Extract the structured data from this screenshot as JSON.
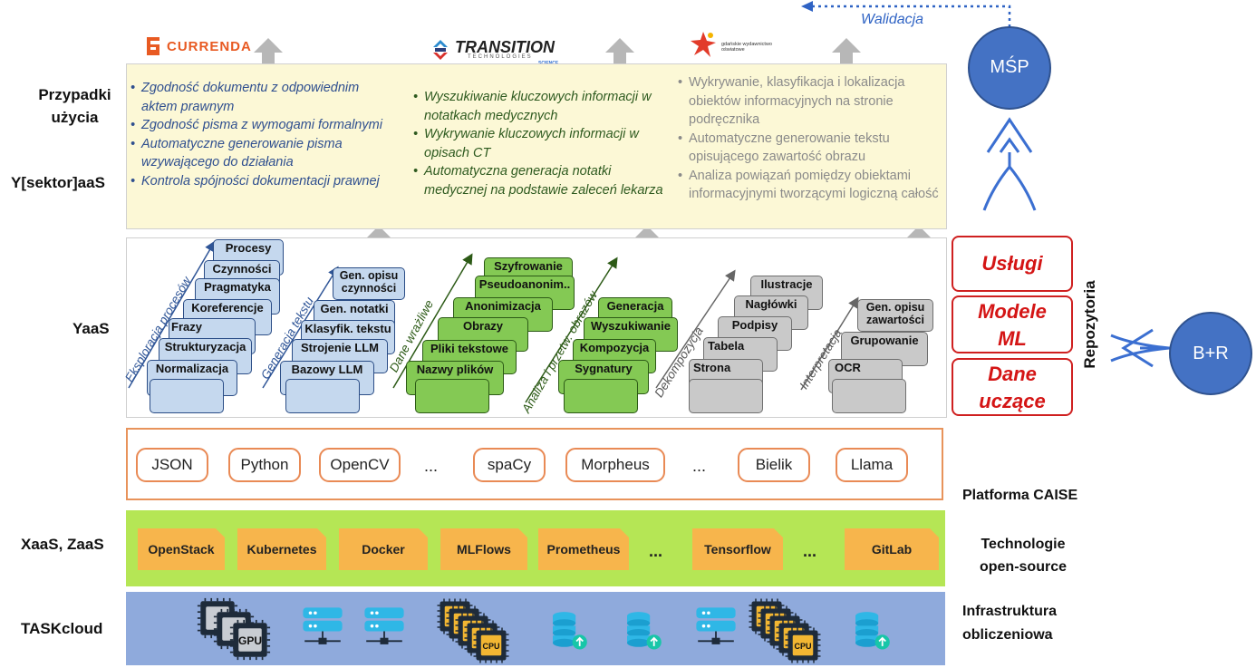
{
  "logos": {
    "currenda": "CURRENDA",
    "transition": "TRANSITION",
    "transition_sub": "TECHNOLOGIES",
    "transition_sub2": "SCIENCE",
    "gw": "gdańskie wydawnictwo oświatowe"
  },
  "layers": {
    "use_cases": "Przypadki użycia",
    "ysektor": "Y[sektor]aaS",
    "yaas": "YaaS",
    "xaas": "XaaS, ZaaS",
    "taskcloud": "TASKcloud"
  },
  "use_cases": {
    "blue": [
      "Zgodność  dokumentu z odpowiednim aktem prawnym",
      "Zgodność pisma z wymogami formalnymi",
      "Automatyczne generowanie pisma wzywającego do działania",
      "Kontrola spójności dokumentacji prawnej"
    ],
    "green": [
      "Wyszukiwanie kluczowych informacji w notatkach medycznych",
      "Wykrywanie kluczowych informacji w opisach CT",
      "Automatyczna generacja notatki medycznej na podstawie zaleceń lekarza"
    ],
    "gray": [
      "Wykrywanie, klasyfikacja i lokalizacja obiektów informacyjnych na stronie podręcznika",
      "Automatyczne generowanie tekstu opisującego zawartość obrazu",
      "Analiza powiązań pomiędzy obiektami informacyjnymi tworzącymi logiczną całość"
    ]
  },
  "stacks": {
    "s1": {
      "axis": "Eksploracja procesów",
      "items": [
        "Normalizacja",
        "Strukturyzacja",
        "Frazy",
        "Koreferencje",
        "Pragmatyka",
        "Czynności",
        "Procesy"
      ]
    },
    "s2": {
      "axis": "Generacja tekstu",
      "items": [
        "Bazowy LLM",
        "Strojenie LLM",
        "Klasyfik. tekstu",
        "Gen. notatki",
        "Gen. opisu czynności"
      ]
    },
    "s3": {
      "axis": "Dane wrażliwe",
      "items": [
        "Nazwy plików",
        "Pliki tekstowe",
        "Obrazy",
        "Anonimizacja",
        "Pseudoanonim..",
        "Szyfrowanie"
      ]
    },
    "s4": {
      "axis": "Analiza i przetw. obrazów",
      "items": [
        "Sygnatury",
        "Kompozycja",
        "Wyszukiwanie",
        "Generacja"
      ]
    },
    "s5": {
      "axis": "Dekompozycja",
      "items": [
        "Strona",
        "Tabela",
        "Podpisy",
        "Nagłówki",
        "Ilustracje"
      ]
    },
    "s6": {
      "axis": "Interpretacja",
      "items": [
        "OCR",
        "Grupowanie",
        "Gen. opisu zawartości"
      ]
    }
  },
  "repos": {
    "title": "Repozytoria",
    "items": [
      "Usługi",
      "Modele ML",
      "Dane uczące"
    ]
  },
  "platform": {
    "label": "Platforma CAISE",
    "items": [
      "JSON",
      "Python",
      "OpenCV",
      "...",
      "spaCy",
      "Morpheus",
      "...",
      "Bielik",
      "Llama"
    ]
  },
  "technologies": {
    "label": "Technologie open-source",
    "items": [
      "OpenStack",
      "Kubernetes",
      "Docker",
      "MLFlows",
      "Prometheus",
      "...",
      "Tensorflow",
      "...",
      "GitLab"
    ]
  },
  "infrastructure": {
    "label": "Infrastruktura obliczeniowa",
    "gpu": "GPU",
    "cpu": "CPU"
  },
  "actors": {
    "msp": "MŚP",
    "br": "B+R",
    "validation": "Walidacja"
  },
  "colors": {
    "circle": "#4472c4",
    "repo_border": "#cf2020",
    "use_case_bg": "#fcf8d6",
    "tech_bg": "#b5e655",
    "infra_bg": "#8faadc",
    "tag": "#f7b54c",
    "pill_border": "#e98a55"
  }
}
